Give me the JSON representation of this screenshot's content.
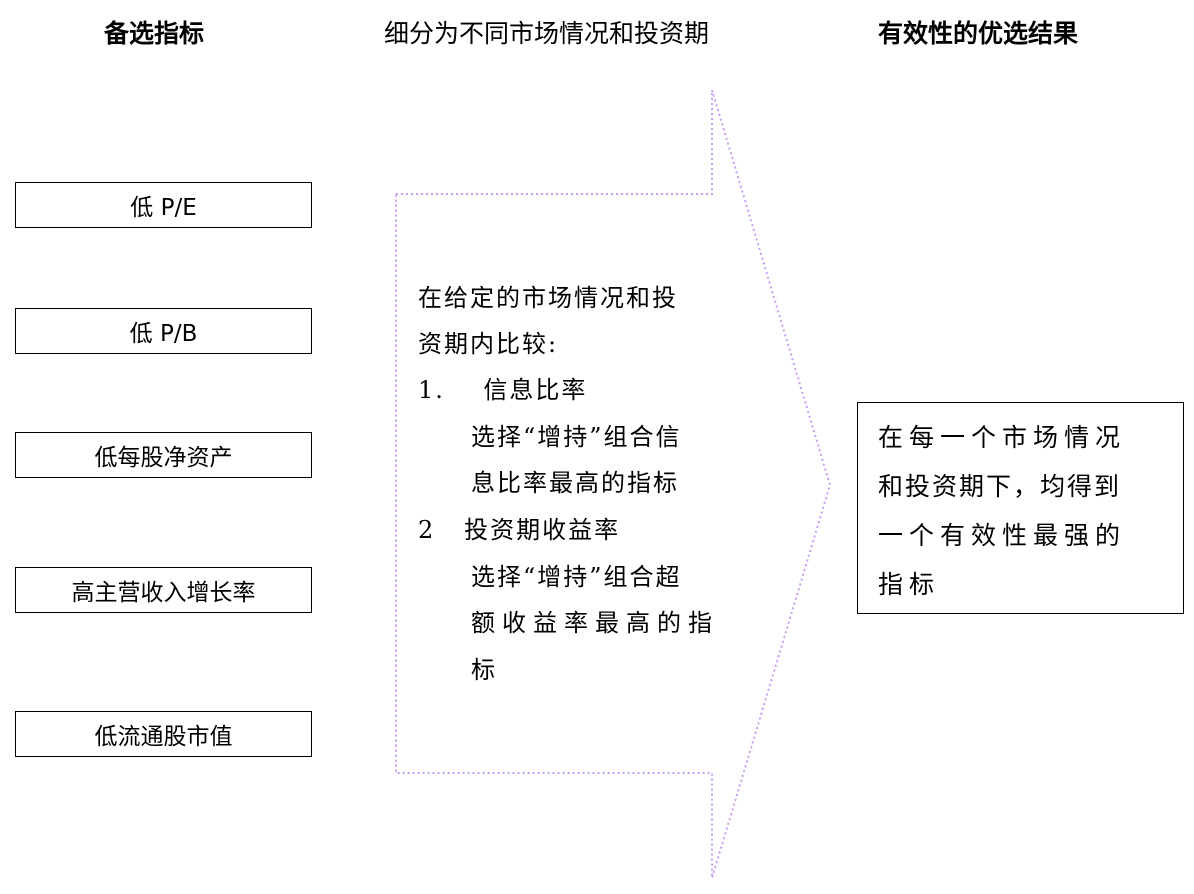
{
  "headers": {
    "left": "备选指标",
    "middle": "细分为不同市场情况和投资期",
    "right": "有效性的优选结果"
  },
  "indicators": [
    "低 P/E",
    "低 P/B",
    "低每股净资产",
    "高主营收入增长率",
    "低流通股市值"
  ],
  "process": {
    "lines": [
      "在给定的市场情况和投",
      "资期内比较:",
      "1.    信息比率",
      "选择“增持”组合信",
      "息比率最高的指标",
      "2   投资期收益率",
      "选择“增持”组合超",
      "额收益率最高的指",
      "标"
    ]
  },
  "result": {
    "lines": [
      "在每一个市场情况",
      "和投资期下，均得到",
      "一个有效性最强的",
      "指标"
    ]
  },
  "colors": {
    "arrow_border": "#c79cf5"
  }
}
